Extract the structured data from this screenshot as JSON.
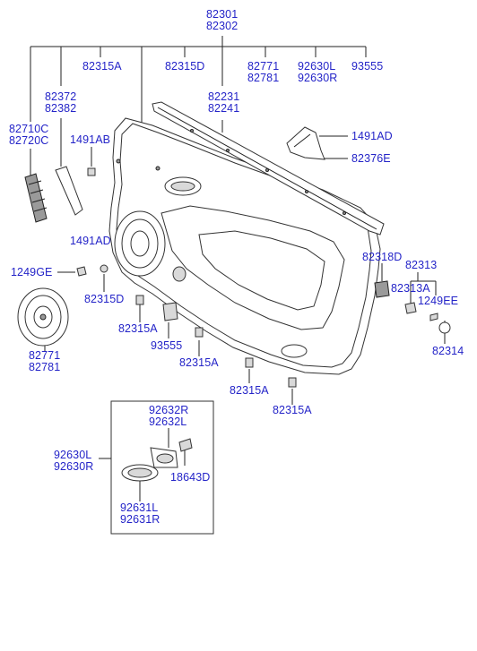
{
  "labels": {
    "l82301": "82301",
    "l82302": "82302",
    "l82315A_top": "82315A",
    "l82315D_top": "82315D",
    "l82771_top": "82771",
    "l82781_top": "82781",
    "l92630L_top": "92630L",
    "l92630R_top": "92630R",
    "l93555_top": "93555",
    "l82372": "82372",
    "l82382": "82382",
    "l82231": "82231",
    "l82241": "82241",
    "l82710C": "82710C",
    "l82720C": "82720C",
    "l1491AB": "1491AB",
    "l1491AD_right": "1491AD",
    "l82376E": "82376E",
    "l1491AD_left": "1491AD",
    "l82318D": "82318D",
    "l82313": "82313",
    "l1249GE": "1249GE",
    "l82313A": "82313A",
    "l82315D_mid": "82315D",
    "l1249EE": "1249EE",
    "l82315A_a": "82315A",
    "l93555_mid": "93555",
    "l82314": "82314",
    "l82315A_b": "82315A",
    "l82771_bot": "82771",
    "l82781_bot": "82781",
    "l82315A_c": "82315A",
    "l82315A_d": "82315A",
    "l92632R": "92632R",
    "l92632L": "92632L",
    "l92630L_bot": "92630L",
    "l92630R_bot": "92630R",
    "l18643D": "18643D",
    "l92631L": "92631L",
    "l92631R": "92631R"
  },
  "colors": {
    "label": "#2424c8",
    "line": "#222222"
  }
}
